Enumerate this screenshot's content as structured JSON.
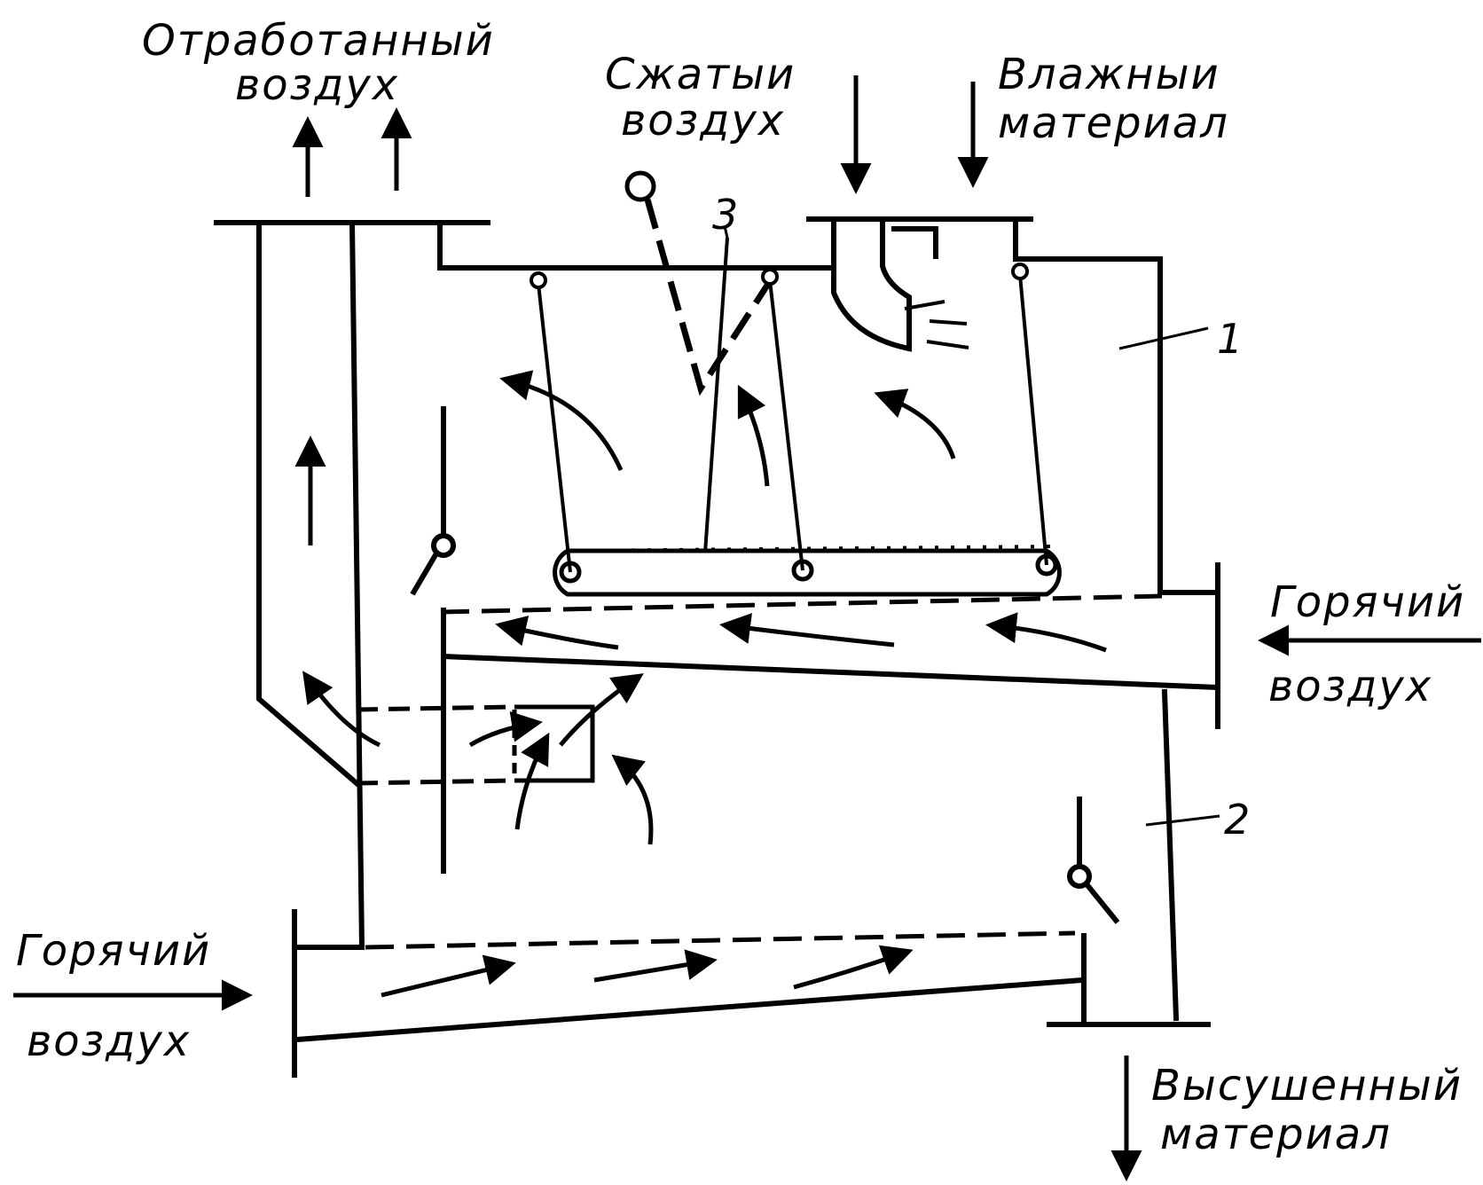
{
  "labels": {
    "exhaust_air": [
      "Отработанный",
      "воздух"
    ],
    "compressed_air": [
      "Сжатыи",
      "воздух"
    ],
    "wet_material": [
      "Влажныи",
      "материал"
    ],
    "hot_air_right": [
      "Горячий",
      "воздух"
    ],
    "hot_air_left": [
      "Горячий",
      "воздух"
    ],
    "dried_material": [
      "Высушенный",
      "материал"
    ]
  },
  "part_numbers": {
    "p1": "1",
    "p2": "2",
    "p3": "3"
  },
  "colors": {
    "line": "#000000",
    "background": "#ffffff"
  }
}
